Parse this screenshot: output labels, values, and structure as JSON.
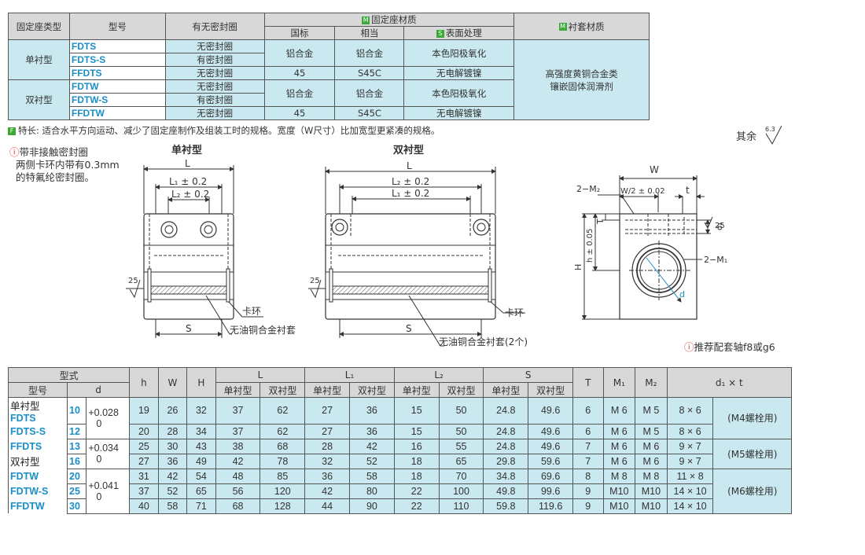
{
  "material_table": {
    "headers": {
      "type": "固定座类型",
      "model": "型号",
      "seal": "有无密封圈",
      "fixed_material": "固定座材质",
      "std": "国标",
      "equiv": "相当",
      "surface": "表面处理",
      "bushing": "衬套材质"
    },
    "badges": {
      "m": "M",
      "s": "S",
      "f": "F"
    },
    "groups": [
      {
        "type": "单衬型",
        "models": [
          "FDTS",
          "FDTS-S",
          "FFDTS"
        ]
      },
      {
        "type": "双衬型",
        "models": [
          "FDTW",
          "FDTW-S",
          "FFDTW"
        ]
      }
    ],
    "seal_none": "无密封圈",
    "seal_yes": "有密封圈",
    "al_alloy": "铝合金",
    "steel_std": "45",
    "steel_equiv": "S45C",
    "anodize": "本色阳极氧化",
    "nickel": "无电解镀镍",
    "bushing_line1": "高强度黄铜合金类",
    "bushing_line2": "镶嵌固体润滑剂"
  },
  "feature_note": "特长: 适合水平方向运动、减少了固定座制作及组装工时的规格。宽度（W尺寸）比加宽型更紧凑的规格。",
  "seal_note": {
    "icon": "!",
    "lines": [
      "带非接触密封圈",
      "两侧卡环内带有0.3mm",
      "的特氟纶密封圈。"
    ]
  },
  "roughness": {
    "label": "其余",
    "value": "6.3"
  },
  "recommend": "推荐配套轴f8或g6",
  "drawing": {
    "single_title": "单衬型",
    "double_title": "双衬型",
    "L": "L",
    "L1": "L₁ ± 0.2",
    "L2": "L₂ ± 0.2",
    "S": "S",
    "r25": "25",
    "snap_ring": "卡环",
    "bushing_single": "无油铜合金衬套",
    "bushing_double": "无油铜合金衬套(2个)",
    "W": "W",
    "W2": "W/2 ± 0.02",
    "t": "t",
    "M2": "2−M₂",
    "M1": "2−M₁",
    "T": "T",
    "h": "h ± 0.05",
    "H": "H",
    "d1": "d₁",
    "d": "d"
  },
  "dim_table": {
    "headers": {
      "type": "型式",
      "model": "型号",
      "d": "d",
      "h": "h",
      "W": "W",
      "H": "H",
      "L": "L",
      "L1": "L₁",
      "L2": "L₂",
      "S": "S",
      "T": "T",
      "M1": "M₁",
      "M2": "M₂",
      "d1t": "d₁ × t",
      "single": "单衬型",
      "double": "双衬型"
    },
    "left_labels": [
      "单衬型",
      "FDTS",
      "FDTS-S",
      "FFDTS",
      "双衬型",
      "FDTW",
      "FDTW-S",
      "FFDTW"
    ],
    "tolerances": [
      "+0.028\n0",
      "+0.034\n0",
      "+0.041\n0"
    ],
    "rows": [
      {
        "d": "10",
        "h": "19",
        "W": "26",
        "H": "32",
        "Ls": "37",
        "Ld": "62",
        "L1s": "27",
        "L1d": "36",
        "L2s": "15",
        "L2d": "50",
        "Ss": "24.8",
        "Sd": "49.6",
        "T": "6",
        "M1": "M 6",
        "M2": "M 5",
        "d1t": "8 × 6"
      },
      {
        "d": "12",
        "h": "20",
        "W": "28",
        "H": "34",
        "Ls": "37",
        "Ld": "62",
        "L1s": "27",
        "L1d": "36",
        "L2s": "15",
        "L2d": "50",
        "Ss": "24.8",
        "Sd": "49.6",
        "T": "6",
        "M1": "M 6",
        "M2": "M 5",
        "d1t": "8 × 6"
      },
      {
        "d": "13",
        "h": "25",
        "W": "30",
        "H": "43",
        "Ls": "38",
        "Ld": "68",
        "L1s": "28",
        "L1d": "42",
        "L2s": "16",
        "L2d": "55",
        "Ss": "24.8",
        "Sd": "49.6",
        "T": "7",
        "M1": "M 6",
        "M2": "M 6",
        "d1t": "9 × 7"
      },
      {
        "d": "16",
        "h": "27",
        "W": "36",
        "H": "49",
        "Ls": "42",
        "Ld": "78",
        "L1s": "32",
        "L1d": "52",
        "L2s": "18",
        "L2d": "65",
        "Ss": "29.8",
        "Sd": "59.6",
        "T": "7",
        "M1": "M 6",
        "M2": "M 6",
        "d1t": "9 × 7"
      },
      {
        "d": "20",
        "h": "31",
        "W": "42",
        "H": "54",
        "Ls": "48",
        "Ld": "85",
        "L1s": "36",
        "L1d": "58",
        "L2s": "18",
        "L2d": "70",
        "Ss": "34.8",
        "Sd": "69.6",
        "T": "8",
        "M1": "M 8",
        "M2": "M 8",
        "d1t": "11 × 8"
      },
      {
        "d": "25",
        "h": "37",
        "W": "52",
        "H": "65",
        "Ls": "56",
        "Ld": "120",
        "L1s": "42",
        "L1d": "80",
        "L2s": "22",
        "L2d": "100",
        "Ss": "49.8",
        "Sd": "99.6",
        "T": "9",
        "M1": "M10",
        "M2": "M10",
        "d1t": "14 × 10"
      },
      {
        "d": "30",
        "h": "40",
        "W": "58",
        "H": "71",
        "Ls": "68",
        "Ld": "128",
        "L1s": "44",
        "L1d": "90",
        "L2s": "22",
        "L2d": "110",
        "Ss": "59.8",
        "Sd": "119.6",
        "T": "9",
        "M1": "M10",
        "M2": "M10",
        "d1t": "14 × 10"
      }
    ],
    "bolt_notes": [
      "(M4螺栓用)",
      "(M5螺栓用)",
      "(M6螺栓用)"
    ]
  }
}
